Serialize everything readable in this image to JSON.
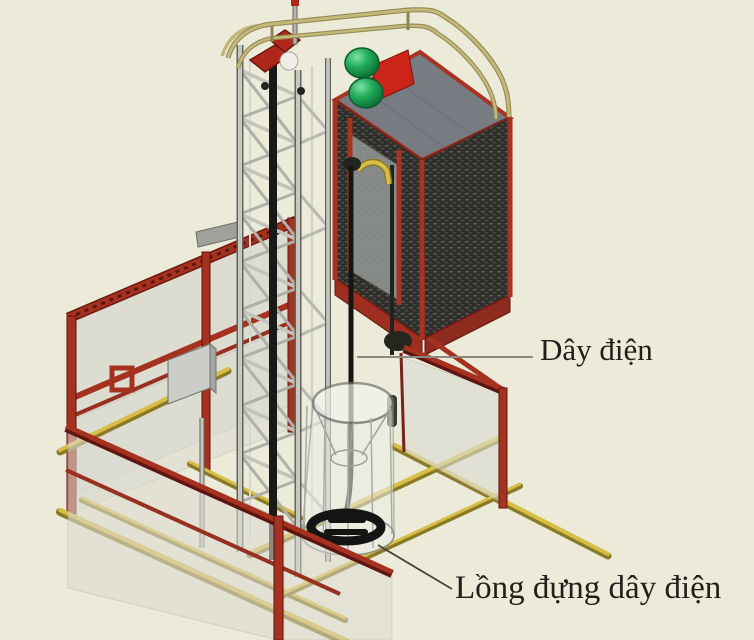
{
  "diagram": {
    "type": "isometric-3d-cad-illustration",
    "subject": "construction hoist with electric cable and cable cage",
    "labels": {
      "cable": "Dây điện",
      "cable_cage": "Lồng đựng dây điện"
    },
    "colors": {
      "bg": "#ECEAD9",
      "text": "#211F1A",
      "fence_red": "#A5311F",
      "cage_red": "#A93322",
      "cage_dark_red": "#8E2A1E",
      "mesh_dark": "#2E2E2A",
      "roof_gray": "#777B82",
      "drum_green": "#1FA455",
      "railing_tan": "#C3B878",
      "beam_yellow": "#D9BE45",
      "truss_silver": "#C6C8C0",
      "cable_black": "#161614",
      "panel_translucent": "#D8D8CE",
      "leader_gray": "#8A8A82"
    }
  }
}
